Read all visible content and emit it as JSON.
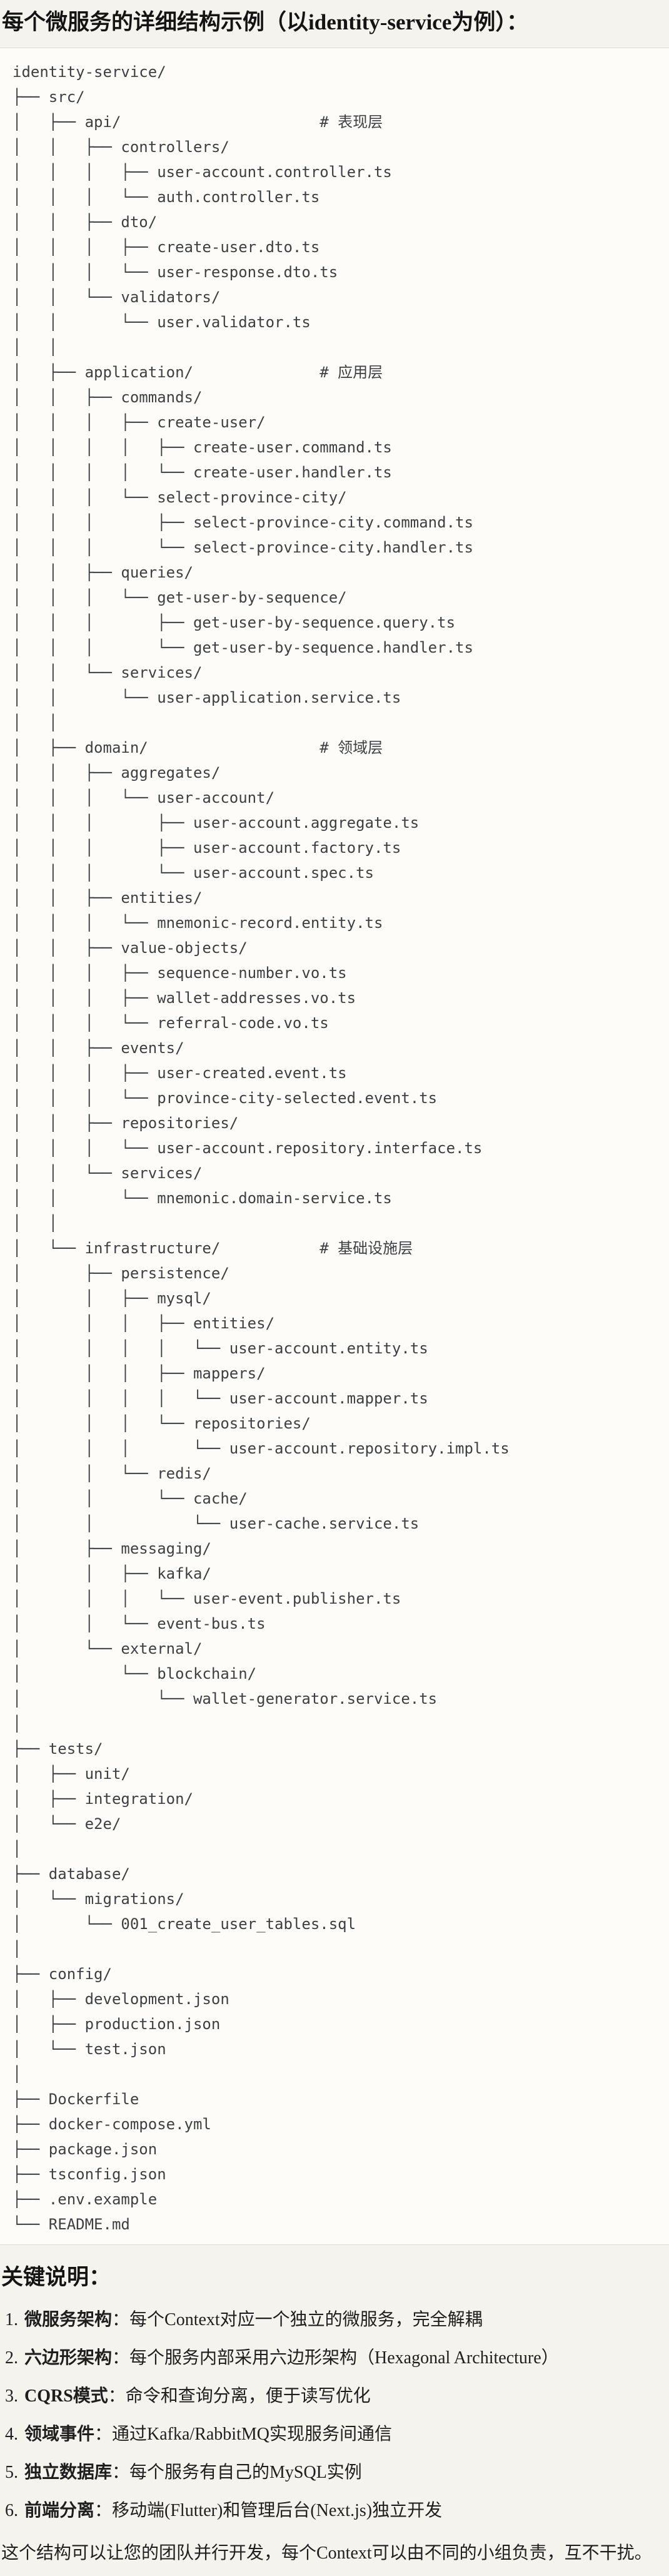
{
  "page_title": "每个微服务的详细结构示例（以identity-service为例）：",
  "colors": {
    "page_background": "#f5f3ee",
    "code_background": "#fdfcf9",
    "divider": "#dcd9d2",
    "code_text": "#3d4043",
    "body_text": "#1e1e1e"
  },
  "code_block": {
    "lines": [
      "identity-service/",
      "├── src/",
      "│   ├── api/                      # 表现层",
      "│   │   ├── controllers/",
      "│   │   │   ├── user-account.controller.ts",
      "│   │   │   └── auth.controller.ts",
      "│   │   ├── dto/",
      "│   │   │   ├── create-user.dto.ts",
      "│   │   │   └── user-response.dto.ts",
      "│   │   └── validators/",
      "│   │       └── user.validator.ts",
      "│   │",
      "│   ├── application/              # 应用层",
      "│   │   ├── commands/",
      "│   │   │   ├── create-user/",
      "│   │   │   │   ├── create-user.command.ts",
      "│   │   │   │   └── create-user.handler.ts",
      "│   │   │   └── select-province-city/",
      "│   │   │       ├── select-province-city.command.ts",
      "│   │   │       └── select-province-city.handler.ts",
      "│   │   ├── queries/",
      "│   │   │   └── get-user-by-sequence/",
      "│   │   │       ├── get-user-by-sequence.query.ts",
      "│   │   │       └── get-user-by-sequence.handler.ts",
      "│   │   └── services/",
      "│   │       └── user-application.service.ts",
      "│   │",
      "│   ├── domain/                   # 领域层",
      "│   │   ├── aggregates/",
      "│   │   │   └── user-account/",
      "│   │   │       ├── user-account.aggregate.ts",
      "│   │   │       ├── user-account.factory.ts",
      "│   │   │       └── user-account.spec.ts",
      "│   │   ├── entities/",
      "│   │   │   └── mnemonic-record.entity.ts",
      "│   │   ├── value-objects/",
      "│   │   │   ├── sequence-number.vo.ts",
      "│   │   │   ├── wallet-addresses.vo.ts",
      "│   │   │   └── referral-code.vo.ts",
      "│   │   ├── events/",
      "│   │   │   ├── user-created.event.ts",
      "│   │   │   └── province-city-selected.event.ts",
      "│   │   ├── repositories/",
      "│   │   │   └── user-account.repository.interface.ts",
      "│   │   └── services/",
      "│   │       └── mnemonic.domain-service.ts",
      "│   │",
      "│   └── infrastructure/           # 基础设施层",
      "│       ├── persistence/",
      "│       │   ├── mysql/",
      "│       │   │   ├── entities/",
      "│       │   │   │   └── user-account.entity.ts",
      "│       │   │   ├── mappers/",
      "│       │   │   │   └── user-account.mapper.ts",
      "│       │   │   └── repositories/",
      "│       │   │       └── user-account.repository.impl.ts",
      "│       │   └── redis/",
      "│       │       └── cache/",
      "│       │           └── user-cache.service.ts",
      "│       ├── messaging/",
      "│       │   ├── kafka/",
      "│       │   │   └── user-event.publisher.ts",
      "│       │   └── event-bus.ts",
      "│       └── external/",
      "│           └── blockchain/",
      "│               └── wallet-generator.service.ts",
      "│",
      "├── tests/",
      "│   ├── unit/",
      "│   ├── integration/",
      "│   └── e2e/",
      "│",
      "├── database/",
      "│   └── migrations/",
      "│       └── 001_create_user_tables.sql",
      "│",
      "├── config/",
      "│   ├── development.json",
      "│   ├── production.json",
      "│   └── test.json",
      "│",
      "├── Dockerfile",
      "├── docker-compose.yml",
      "├── package.json",
      "├── tsconfig.json",
      "├── .env.example",
      "└── README.md"
    ]
  },
  "notes": {
    "heading": "关键说明：",
    "items": [
      {
        "num": "1.",
        "label": "微服务架构",
        "text": "：每个Context对应一个独立的微服务，完全解耦"
      },
      {
        "num": "2.",
        "label": "六边形架构",
        "text": "：每个服务内部采用六边形架构（Hexagonal Architecture）"
      },
      {
        "num": "3.",
        "label": "CQRS模式",
        "text": "：命令和查询分离，便于读写优化"
      },
      {
        "num": "4.",
        "label": "领域事件",
        "text": "：通过Kafka/RabbitMQ实现服务间通信"
      },
      {
        "num": "5.",
        "label": "独立数据库",
        "text": "：每个服务有自己的MySQL实例"
      },
      {
        "num": "6.",
        "label": "前端分离",
        "text": "：移动端(Flutter)和管理后台(Next.js)独立开发"
      }
    ],
    "closing": "这个结构可以让您的团队并行开发，每个Context可以由不同的小组负责，互不干扰。"
  }
}
